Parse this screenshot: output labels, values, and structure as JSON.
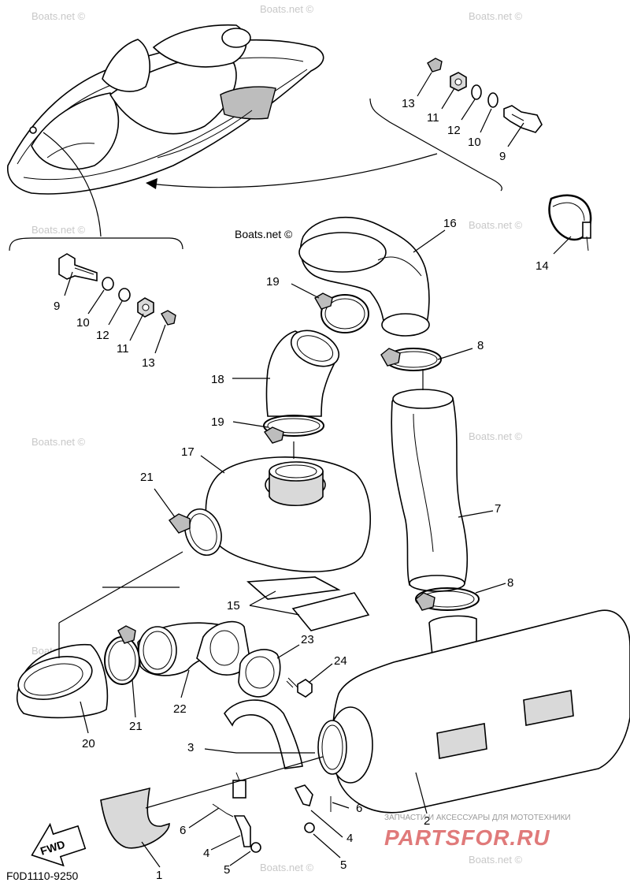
{
  "diagram": {
    "code": "F0D1110-9250",
    "fwd_label": "FWD",
    "watermark": "Boats.net ©",
    "brand": {
      "tagline": "ЗАПЧАСТИ И АКСЕССУАРЫ ДЛЯ МОТОТЕХНИКИ",
      "logo_text": "PARTSFOR.RU"
    },
    "callouts": {
      "c13a": "13",
      "c11a": "11",
      "c12a": "12",
      "c10a": "10",
      "c9a": "9",
      "c9b": "9",
      "c10b": "10",
      "c12b": "12",
      "c11b": "11",
      "c13b": "13",
      "c16": "16",
      "c14": "14",
      "c19a": "19",
      "c8a": "8",
      "c18": "18",
      "c19b": "19",
      "c17": "17",
      "c21a": "21",
      "c7": "7",
      "c8b": "8",
      "c15": "15",
      "c23": "23",
      "c24": "24",
      "c20": "20",
      "c21b": "21",
      "c22": "22",
      "c3": "3",
      "c6a": "6",
      "c6b": "6",
      "c4a": "4",
      "c4b": "4",
      "c5a": "5",
      "c5b": "5",
      "c2": "2",
      "c1": "1"
    }
  }
}
